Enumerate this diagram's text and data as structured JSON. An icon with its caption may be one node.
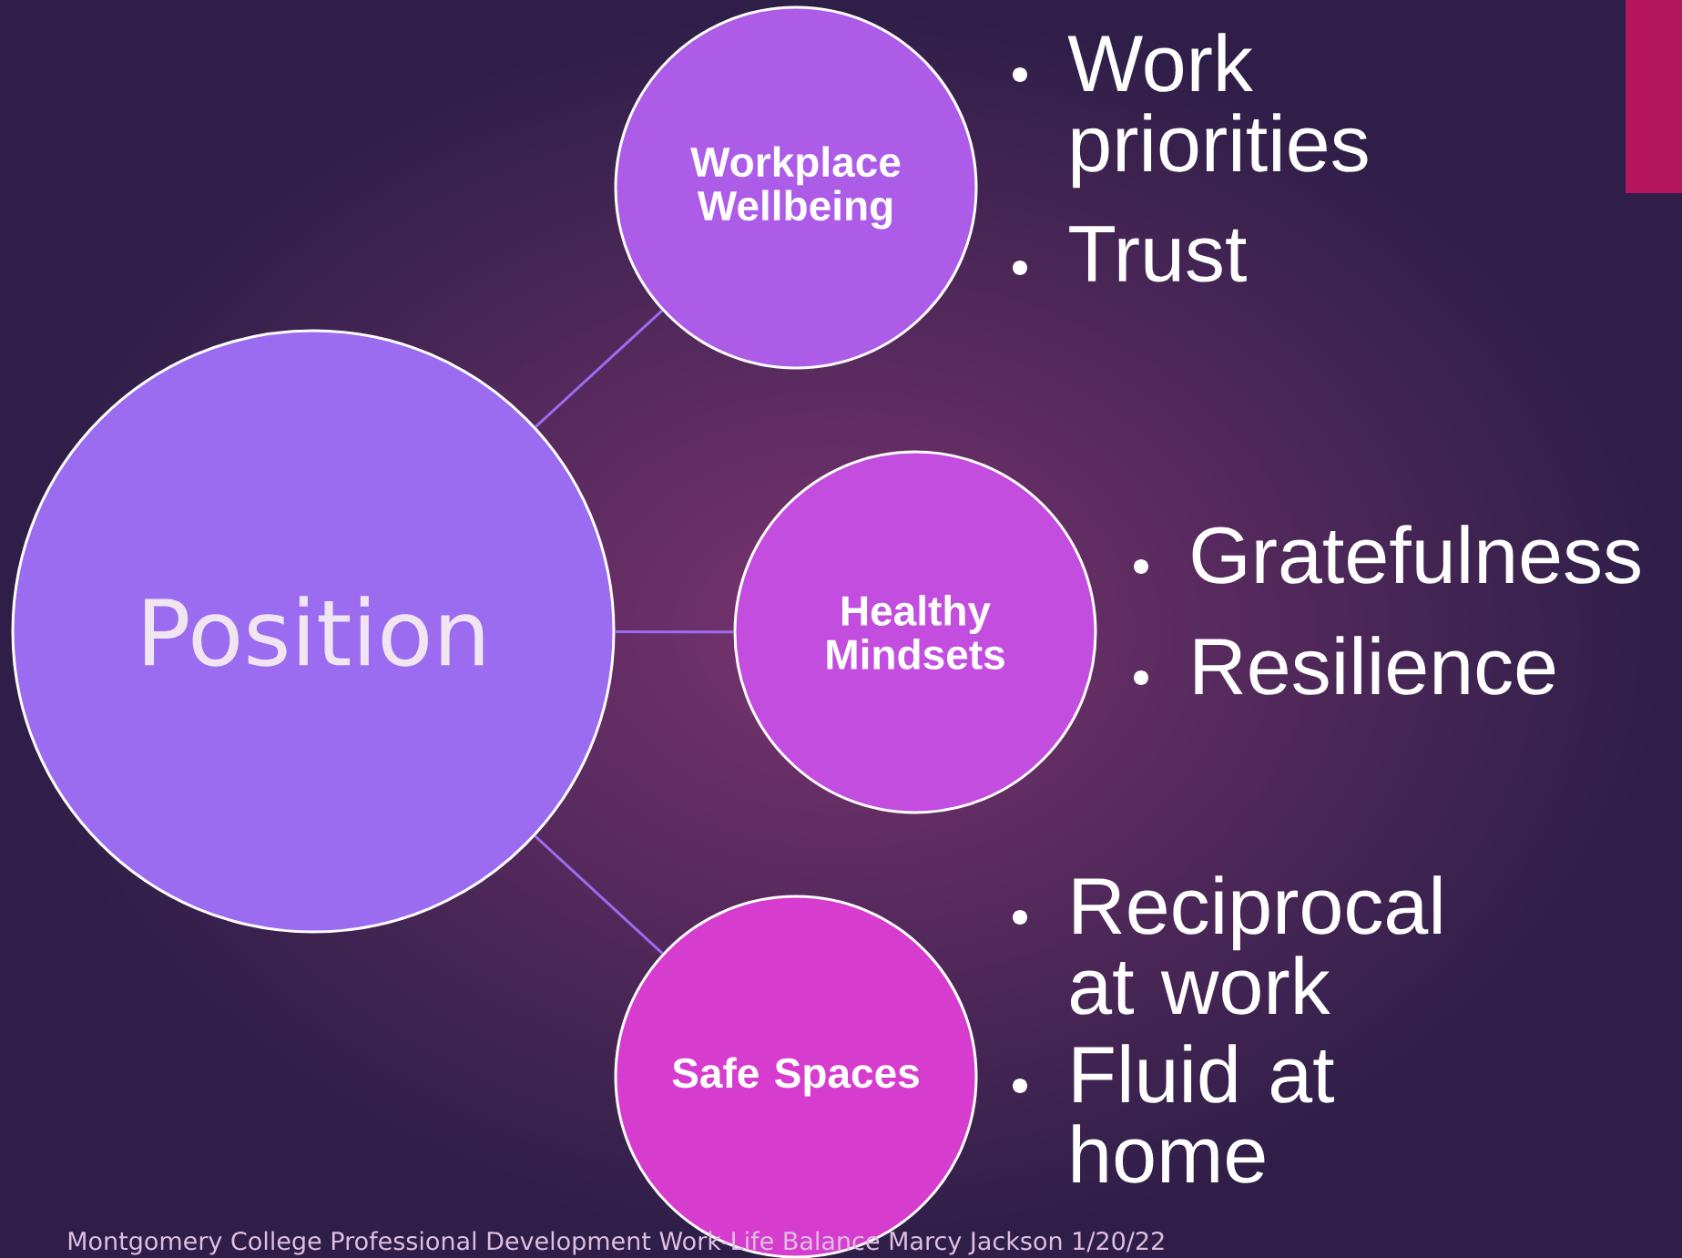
{
  "diagram": {
    "nodes": [
      {
        "text": [
          "Position"
        ]
      },
      {
        "text": [
          "Workplace Wellbeing"
        ],
        "beside": [
          "Work priorities",
          "Trust"
        ]
      },
      {
        "text": [
          "Healthy Mindsets"
        ],
        "beside": [
          "Gratefulness",
          "Resilience"
        ]
      },
      {
        "text": [
          "Safe Spaces"
        ],
        "beside": [
          "Reciprocal at work",
          "Fluid at home"
        ]
      }
    ],
    "edges": [
      {
        "from": 0,
        "to": 1,
        "arrow": "none"
      },
      {
        "from": 0,
        "to": 2,
        "arrow": "none"
      },
      {
        "from": 0,
        "to": 3,
        "arrow": "none"
      }
    ],
    "labels": [
      "Montgomery College Professional Development Work-Life Balance Marcy Jackson 1/20/22"
    ]
  }
}
